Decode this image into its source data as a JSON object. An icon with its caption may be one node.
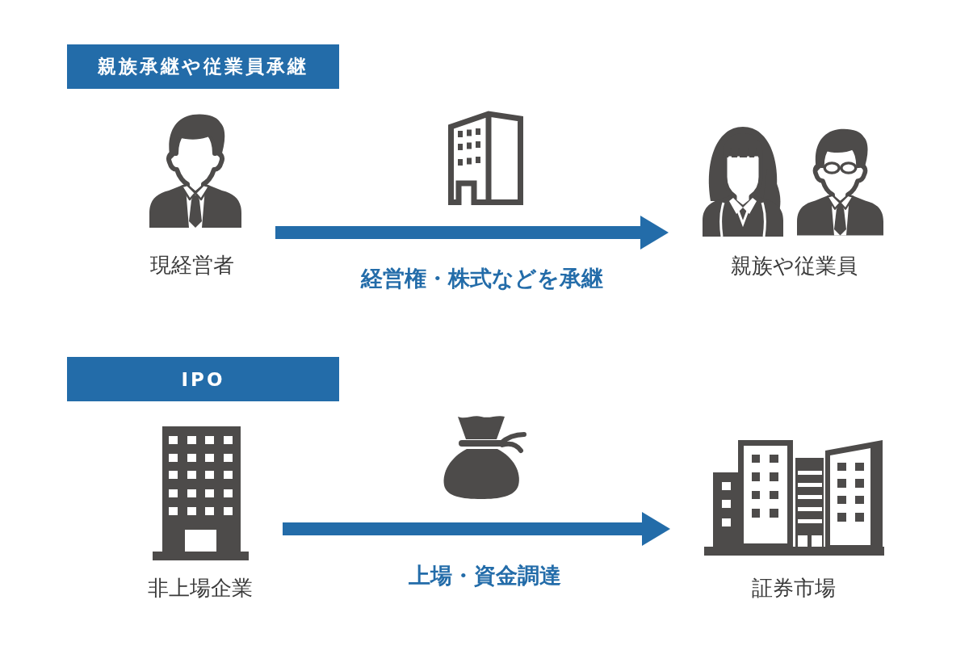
{
  "diagram": {
    "nodes": [
      {
        "text": [
          "親族承継や従業員承継"
        ]
      },
      {
        "text": [
          "現経営者"
        ]
      },
      {
        "text": [
          "親族や従業員"
        ]
      },
      {
        "text": [
          "IPO"
        ]
      },
      {
        "text": [
          "非上場企業"
        ]
      },
      {
        "text": [
          "証券市場"
        ]
      }
    ],
    "edges": [
      {
        "from": 1,
        "to": 2,
        "arrow": "to",
        "label": "経営権・株式などを承継"
      },
      {
        "from": 4,
        "to": 5,
        "arrow": "to",
        "label": "上場・資金調達"
      }
    ]
  }
}
